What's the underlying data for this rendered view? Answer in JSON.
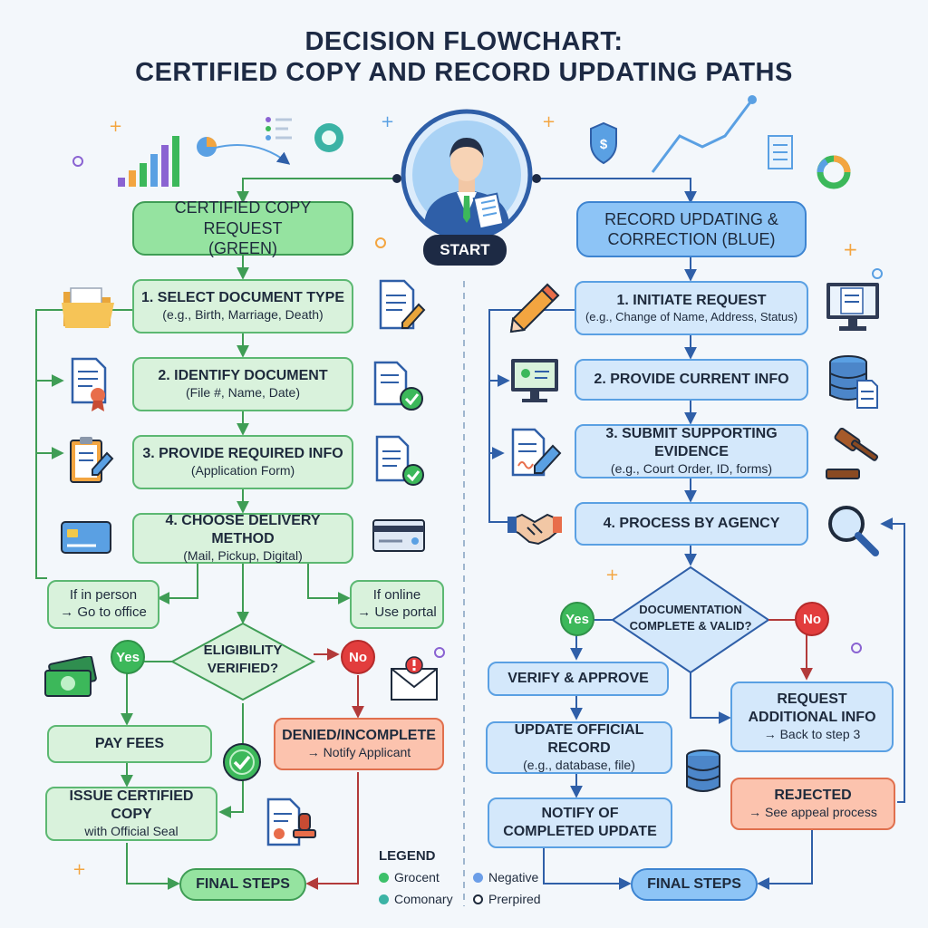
{
  "title": {
    "line1": "DECISION FLOWCHART:",
    "line2": "CERTIFIED COPY AND RECORD UPDATING PATHS"
  },
  "start": {
    "label": "START"
  },
  "left": {
    "header": {
      "line1": "CERTIFIED COPY REQUEST",
      "line2": "(GREEN)"
    },
    "steps": [
      {
        "main": "1. SELECT DOCUMENT TYPE",
        "sub": "(e.g., Birth, Marriage, Death)"
      },
      {
        "main": "2. IDENTIFY DOCUMENT",
        "sub": "(File #, Name, Date)"
      },
      {
        "main": "3. PROVIDE REQUIRED INFO",
        "sub": "(Application Form)"
      },
      {
        "main": "4. CHOOSE DELIVERY METHOD",
        "sub": "(Mail, Pickup, Digital)"
      }
    ],
    "in_person": {
      "line1": "If in person",
      "line2": "→ Go to office"
    },
    "online": {
      "line1": "If online",
      "line2": "→ Use portal"
    },
    "decision": {
      "line1": "ELIGIBILITY",
      "line2": "VERIFIED?"
    },
    "yes": "Yes",
    "no": "No",
    "pay": "PAY FEES",
    "denied": {
      "main": "DENIED/INCOMPLETE",
      "sub": "→ Notify Applicant"
    },
    "issue": {
      "main": "ISSUE CERTIFIED COPY",
      "sub": "with Official Seal"
    },
    "final": "FINAL STEPS"
  },
  "right": {
    "header": {
      "line1": "RECORD UPDATING &",
      "line2": "CORRECTION (BLUE)"
    },
    "steps": [
      {
        "main": "1. INITIATE REQUEST",
        "sub": "(e.g., Change of Name, Address, Status)"
      },
      {
        "main": "2. PROVIDE CURRENT INFO",
        "sub": ""
      },
      {
        "main": "3. SUBMIT SUPPORTING EVIDENCE",
        "sub": "(e.g., Court Order, ID, forms)"
      },
      {
        "main": "4. PROCESS BY AGENCY",
        "sub": ""
      }
    ],
    "decision": {
      "line1": "DOCUMENTATION",
      "line2": "COMPLETE & VALID?"
    },
    "yes": "Yes",
    "no": "No",
    "verify": "VERIFY & APPROVE",
    "update": {
      "main": "UPDATE OFFICIAL RECORD",
      "sub": "(e.g., database, file)"
    },
    "notify": {
      "line1": "NOTIFY OF",
      "line2": "COMPLETED UPDATE"
    },
    "request_info": {
      "line1": "REQUEST",
      "line2": "ADDITIONAL INFO",
      "sub": "→ Back to step 3"
    },
    "rejected": {
      "main": "REJECTED",
      "sub": "→ See appeal process"
    },
    "final": "FINAL STEPS"
  },
  "legend": {
    "title": "LEGEND",
    "items": [
      {
        "label": "Grocent",
        "color": "#3cc06a"
      },
      {
        "label": "Negative",
        "color": "#6b9ee8"
      },
      {
        "label": "Comonary",
        "color": "#3bb3a5"
      },
      {
        "label": "Prerpired",
        "color": "#ffffff"
      }
    ]
  }
}
